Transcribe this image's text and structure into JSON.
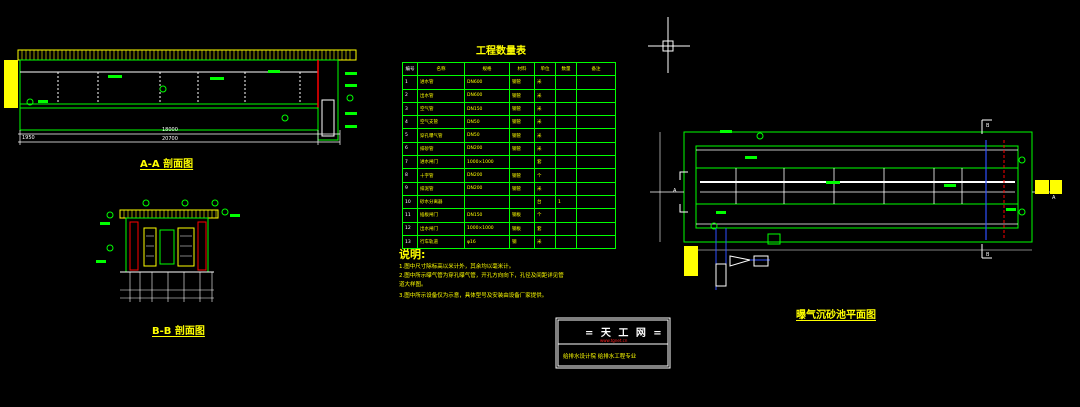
{
  "drawing": {
    "section_aa_title": "A-A 剖面图",
    "section_bb_title": "B-B 剖面图",
    "plan_title": "曝气沉砂池平面图",
    "section_aa_dims": [
      "1950",
      "18000",
      "20700"
    ],
    "plan_markers": [
      "A",
      "A",
      "B",
      "B"
    ]
  },
  "quantity_table": {
    "title": "工程数量表",
    "headers": [
      "编号",
      "名称",
      "规格",
      "材料",
      "单位",
      "数量",
      "备注"
    ],
    "rows": [
      [
        "1",
        "进水管",
        "DN600",
        "钢管",
        "米",
        "",
        ""
      ],
      [
        "2",
        "出水管",
        "DN600",
        "钢管",
        "米",
        "",
        ""
      ],
      [
        "3",
        "空气管",
        "DN150",
        "钢管",
        "米",
        "",
        ""
      ],
      [
        "4",
        "空气支管",
        "DN50",
        "钢管",
        "米",
        "",
        ""
      ],
      [
        "5",
        "穿孔曝气管",
        "DN50",
        "钢管",
        "米",
        "",
        ""
      ],
      [
        "6",
        "排砂管",
        "DN200",
        "钢管",
        "米",
        "",
        ""
      ],
      [
        "7",
        "进水闸门",
        "1000×1000",
        "",
        "套",
        "",
        ""
      ],
      [
        "8",
        "十字管",
        "DN200",
        "钢管",
        "个",
        "",
        ""
      ],
      [
        "9",
        "排泥管",
        "DN200",
        "钢管",
        "米",
        "",
        ""
      ],
      [
        "10",
        "砂水分离器",
        "",
        "",
        "台",
        "1",
        ""
      ],
      [
        "11",
        "插板闸门",
        "DN150",
        "钢板",
        "个",
        "",
        ""
      ],
      [
        "12",
        "出水闸门",
        "1000×1000",
        "钢板",
        "套",
        "",
        ""
      ],
      [
        "13",
        "行车轨道",
        "φ16",
        "钢",
        "米",
        "",
        ""
      ]
    ]
  },
  "notes": {
    "heading": "说明:",
    "items": [
      "1.图中尺寸除标高以米计外，其余均以毫米计。",
      "2.图中所示曝气管为穿孔曝气管，开孔方向向下，孔径及间距详见管",
      "   道大样图。",
      "3.图中所示设备仅为示意，具体型号及安装由设备厂家提供。"
    ]
  },
  "stamp": {
    "title": "= 天 工 网 =",
    "url": "www.tgnet.cn",
    "bottom": "给排水设计院  给排水工程专业"
  },
  "colors": {
    "background": "#000000",
    "line": "#00ff00",
    "text": "#ffff00",
    "accent": "#ff0000",
    "blue": "#3050ff"
  }
}
